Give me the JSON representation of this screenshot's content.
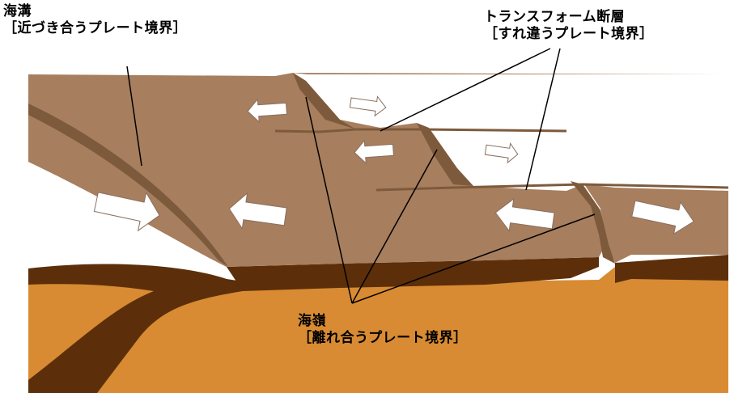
{
  "labels": {
    "trench": {
      "title": "海溝",
      "subtitle": "［近づき合うプレート境界］"
    },
    "transform": {
      "title": "トランスフォーム断層",
      "subtitle": "［すれ違うプレート境界］"
    },
    "ridge": {
      "title": "海嶺",
      "subtitle": "［離れ合うプレート境界］"
    }
  },
  "colors": {
    "plate_top": "#a77e5e",
    "plate_side": "#5c2f0a",
    "mantle": "#d88b32",
    "fault_shadow": "#7e5a3c",
    "arrow_fill": "#ffffff",
    "leader_line": "#000000"
  },
  "arrows": [
    {
      "id": "trench-left",
      "direction": "right"
    },
    {
      "id": "trench-right",
      "direction": "left"
    },
    {
      "id": "ridge1-west",
      "direction": "left"
    },
    {
      "id": "ridge1-east",
      "direction": "right"
    },
    {
      "id": "ridge2-west",
      "direction": "left"
    },
    {
      "id": "ridge2-east",
      "direction": "right"
    },
    {
      "id": "ridge3-west",
      "direction": "left"
    },
    {
      "id": "ridge3-east",
      "direction": "right"
    }
  ]
}
